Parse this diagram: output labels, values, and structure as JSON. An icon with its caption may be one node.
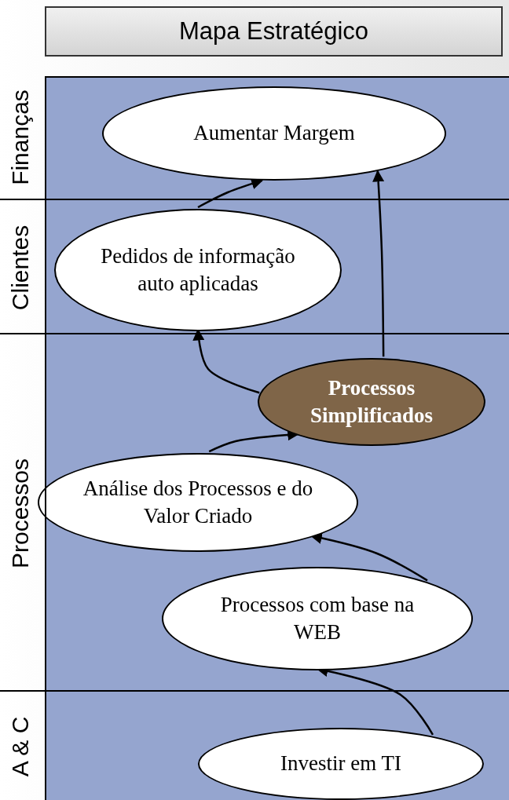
{
  "diagram": {
    "title": "Mapa Estratégico",
    "nodes": [
      {
        "text": [
          "Finanças"
        ]
      },
      {
        "text": [
          "Aumentar Margem"
        ],
        "in": 0
      },
      {
        "text": [
          "Clientes"
        ]
      },
      {
        "text": [
          "Pedidos de informação auto aplicadas"
        ],
        "in": 2
      },
      {
        "text": [
          "Processos"
        ]
      },
      {
        "text": [
          "Processos Simplificados"
        ],
        "in": 4
      },
      {
        "text": [
          "Análise dos Processos e do Valor Criado"
        ],
        "in": 4
      },
      {
        "text": [
          "Processos com base na WEB"
        ],
        "in": 4
      },
      {
        "text": [
          "A & C"
        ]
      },
      {
        "text": [
          "Investir em TI"
        ],
        "in": 8
      }
    ],
    "edges": [
      {
        "from": 3,
        "to": 1,
        "arrow": "to"
      },
      {
        "from": 5,
        "to": 1,
        "arrow": "to"
      },
      {
        "from": 5,
        "to": 3,
        "arrow": "to"
      },
      {
        "from": 6,
        "to": 5,
        "arrow": "to"
      },
      {
        "from": 7,
        "to": 6,
        "arrow": "to"
      },
      {
        "from": 9,
        "to": 7,
        "arrow": "to"
      }
    ]
  }
}
